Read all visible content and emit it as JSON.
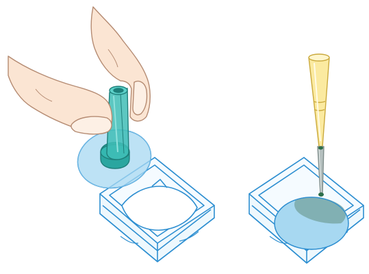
{
  "figure": {
    "panels": [
      {
        "id": "left",
        "depicts": [
          "hand-fingers",
          "suction-holder-tool",
          "membrane-disc",
          "plastic-tray"
        ]
      },
      {
        "id": "right",
        "depicts": [
          "pipette-tip",
          "liquid-drop",
          "membrane-disc-in-tray",
          "plastic-tray"
        ]
      }
    ],
    "colors": {
      "skin": "#fbe5d3",
      "skin_outline": "#b58b72",
      "tray_stroke": "#2e8fd1",
      "tray_fill": "#dff1fb",
      "tool": "#2aa6a0",
      "tool_dark": "#1e7f7a",
      "disc": "#a7d8f1",
      "disc_overlap": "#7aa9a8",
      "pipette": "#fbeaa0",
      "pipette_stroke": "#caa93c",
      "drop": "#2c6e4a"
    }
  }
}
